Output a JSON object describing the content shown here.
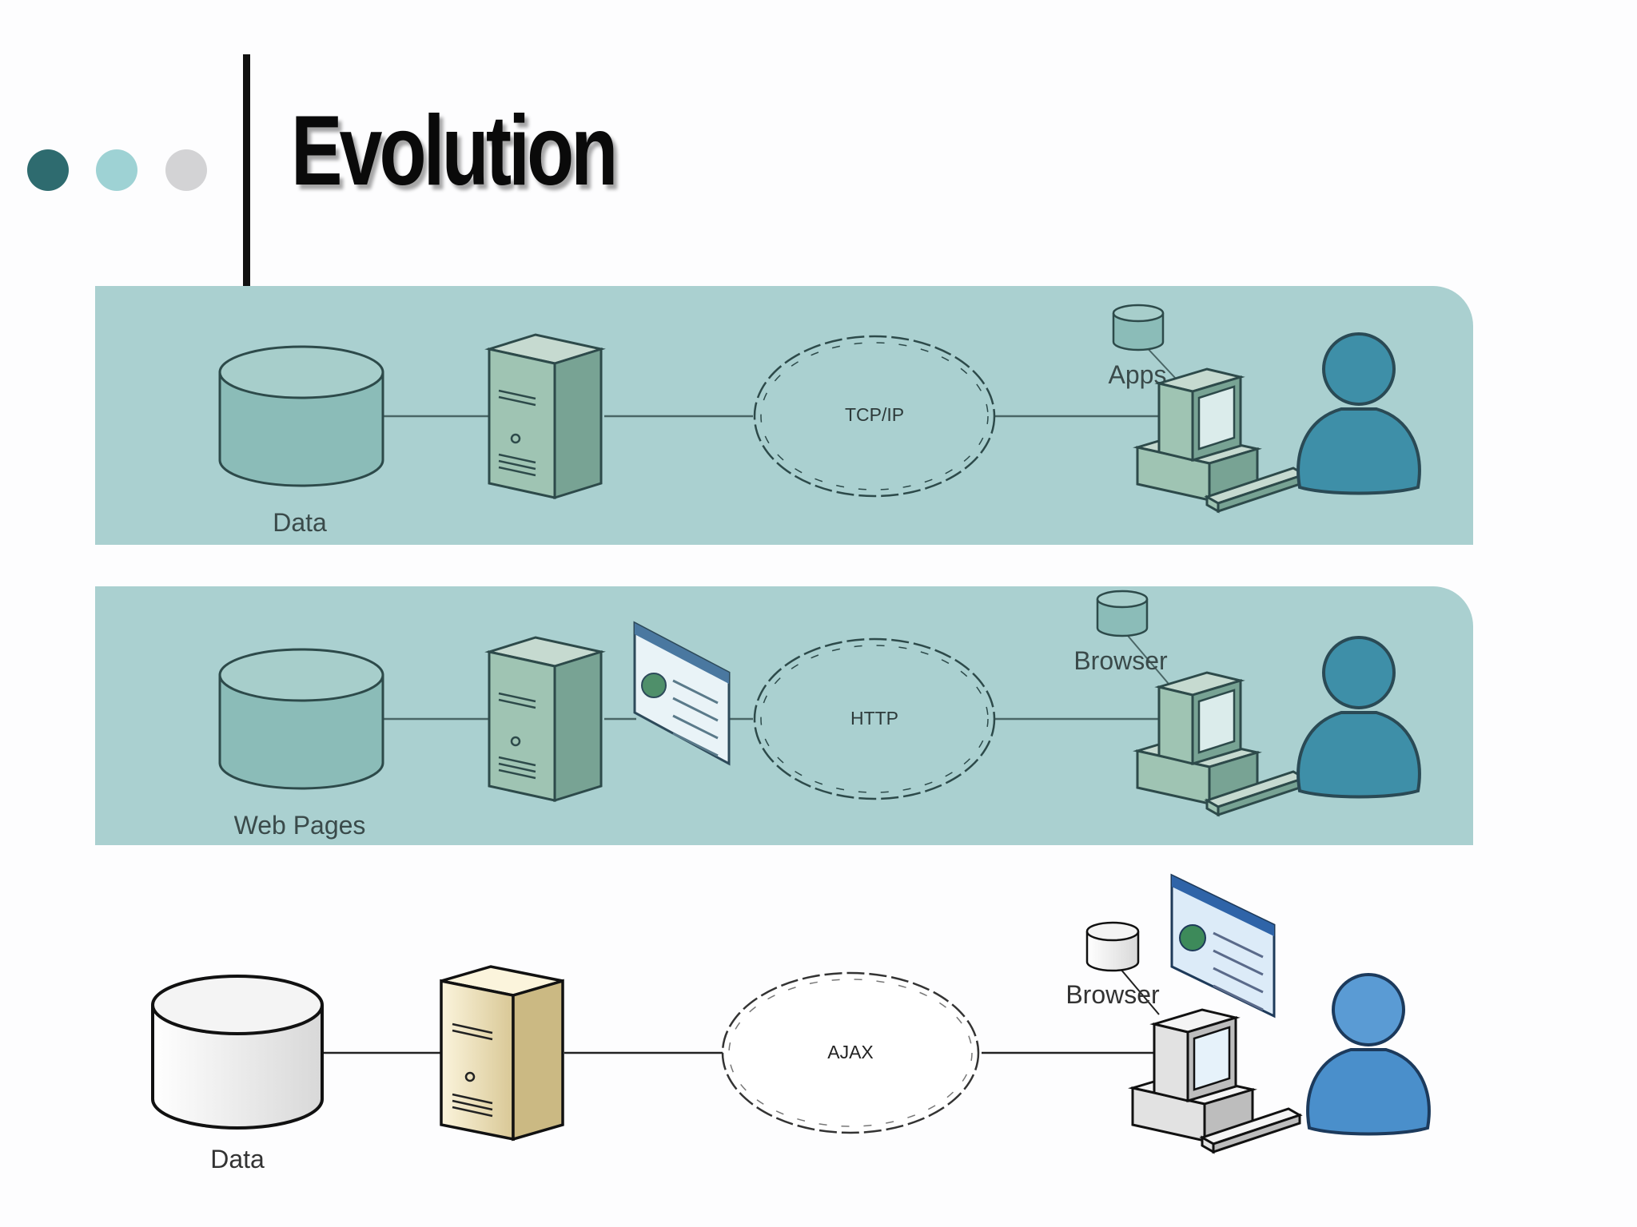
{
  "slide": {
    "title": "Evolution"
  },
  "rows": [
    {
      "source_label": "Data",
      "protocol": "TCP/IP",
      "client_label": "Apps"
    },
    {
      "source_label": "Web Pages",
      "protocol": "HTTP",
      "client_label": "Browser"
    },
    {
      "source_label": "Data",
      "protocol": "AJAX",
      "client_label": "Browser"
    }
  ],
  "colors": {
    "band": "#aad0d0",
    "dot_dark": "#2e6b6f",
    "dot_light": "#9ed2d4",
    "dot_grey": "#d3d3d5",
    "user_teal": "#3e8fa8",
    "user_blue": "#4a8fcb",
    "server_beige": "#e8dcb4"
  }
}
